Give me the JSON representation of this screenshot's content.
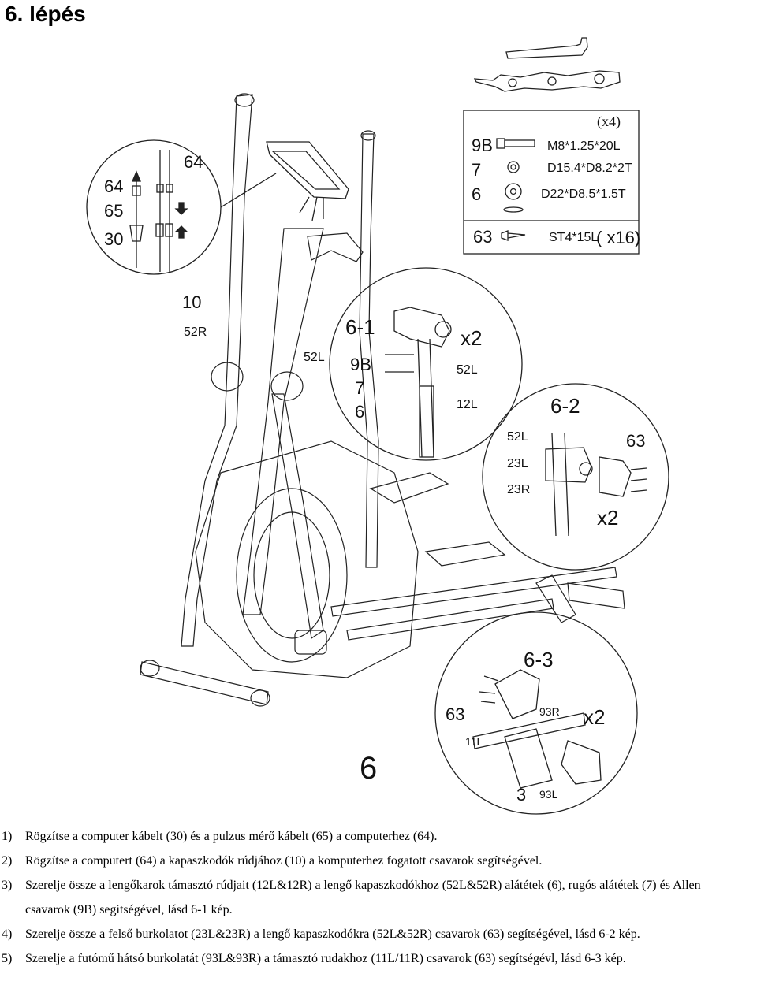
{
  "page_title": "6. lépés",
  "hardware_box": {
    "quantity_note": "(x4)",
    "rows": [
      {
        "part": "9B",
        "spec": "M8*1.25*20L"
      },
      {
        "part": "7",
        "spec": "D15.4*D8.2*2T"
      },
      {
        "part": "6",
        "spec": "D22*D8.5*1.5T"
      }
    ],
    "screw_row": {
      "part": "63",
      "spec": "ST4*15L",
      "qty": "( x16)"
    }
  },
  "cable_detail": {
    "labels": [
      "64",
      "65",
      "30"
    ],
    "part_label": "64"
  },
  "callouts": {
    "console_handle": "10",
    "handle_right": "52R",
    "handle_left": "52L",
    "main_part": "6"
  },
  "detail_6_1": {
    "title": "6-1",
    "qty": "x2",
    "parts": [
      "9B",
      "7",
      "6"
    ],
    "labels": [
      "52L",
      "12L"
    ]
  },
  "detail_6_2": {
    "title": "6-2",
    "screw": "63",
    "parts": [
      "52L",
      "23L",
      "23R"
    ],
    "qty": "x2"
  },
  "detail_6_3": {
    "title": "6-3",
    "screw": "63",
    "labels": [
      "93R",
      "11L",
      "3",
      "93L"
    ],
    "qty": "x2"
  },
  "instructions": [
    {
      "num": "1)",
      "text": "Rögzítse a computer kábelt (30) és a pulzus mérő kábelt (65) a computerhez (64)."
    },
    {
      "num": "2)",
      "text": "Rögzítse a computert (64) a kapaszkodók rúdjához (10) a komputerhez fogatott csavarok segítségével."
    },
    {
      "num": "3)",
      "text": "Szerelje össze a lengőkarok támasztó rúdjait (12L&12R) a lengő kapaszkodókhoz (52L&52R) alátétek (6), rugós alátétek (7) és Allen",
      "cont": "csavarok (9B) segítségével, lásd 6-1 kép."
    },
    {
      "num": "4)",
      "text": "Szerelje össze a felső burkolatot (23L&23R) a lengő kapaszkodókra (52L&52R) csavarok (63) segítségével, lásd 6-2 kép."
    },
    {
      "num": "5)",
      "text": "Szerelje a futómű hátsó burkolatát (93L&93R) a támasztó rudakhoz (11L/11R) csavarok (63) segítségévl, lásd 6-3 kép."
    }
  ]
}
